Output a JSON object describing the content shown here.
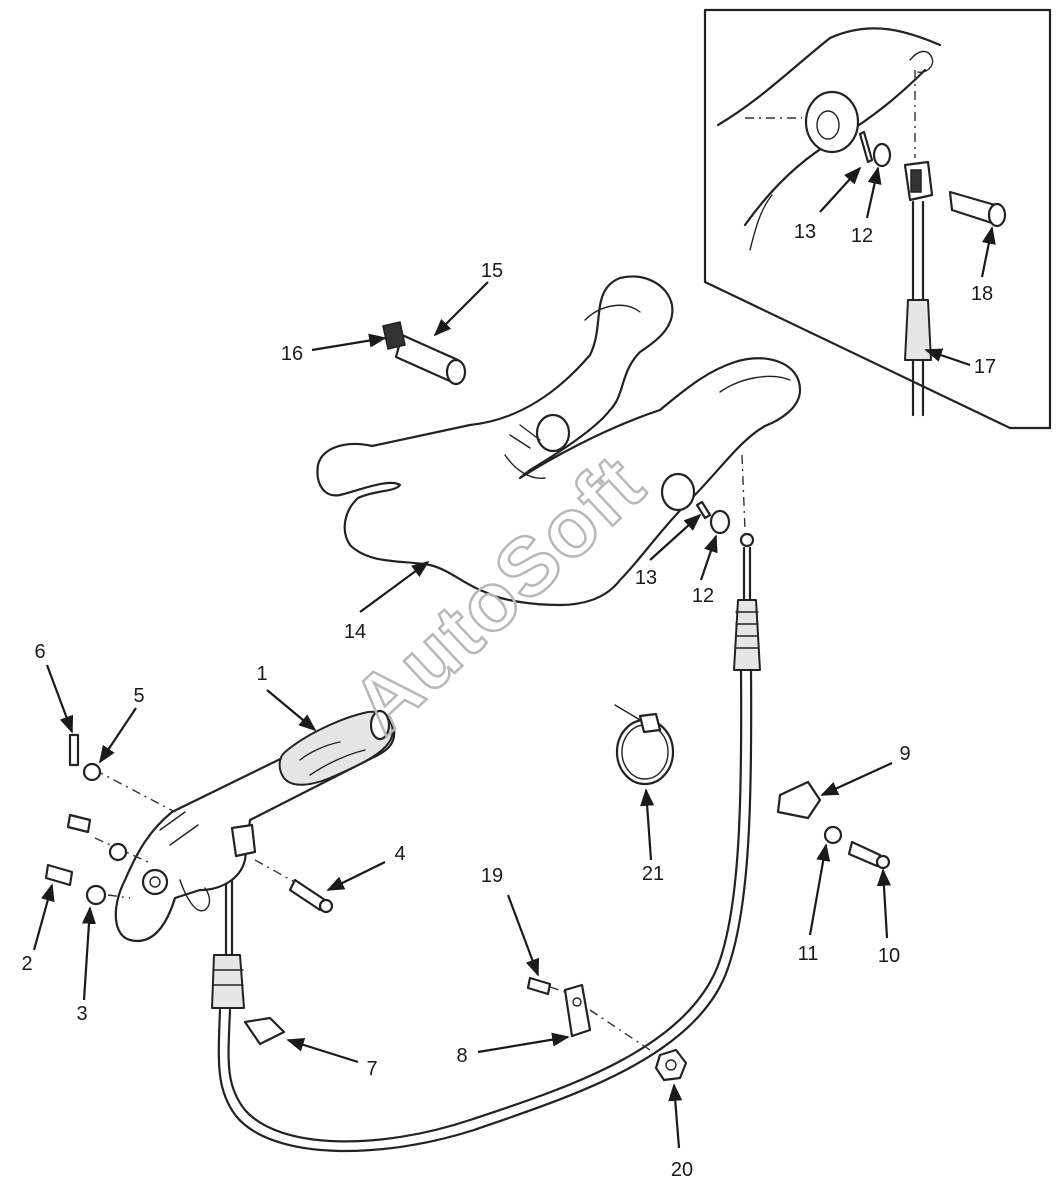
{
  "watermark": "AutoSoft",
  "callouts": [
    "1",
    "2",
    "3",
    "4",
    "5",
    "6",
    "7",
    "8",
    "9",
    "10",
    "11",
    "12",
    "12",
    "13",
    "13",
    "14",
    "15",
    "16",
    "17",
    "18",
    "19",
    "20",
    "21"
  ]
}
